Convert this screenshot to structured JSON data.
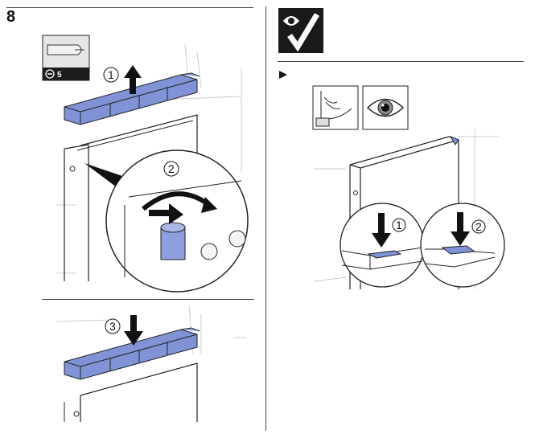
{
  "step": {
    "number": "8"
  },
  "tool": {
    "label": "5",
    "icon": "screwdriver-icon"
  },
  "callouts": {
    "one": "1",
    "two": "2",
    "three": "3",
    "check_one": "1",
    "check_two": "2"
  },
  "colors": {
    "cover_blue": "#7f93d6",
    "cover_dark": "#5a6eb4",
    "line": "#222222",
    "wall": "#cfd3da"
  },
  "check": {
    "icon": "eye-check-icon",
    "arrow_icon": "play-arrow-icon"
  }
}
